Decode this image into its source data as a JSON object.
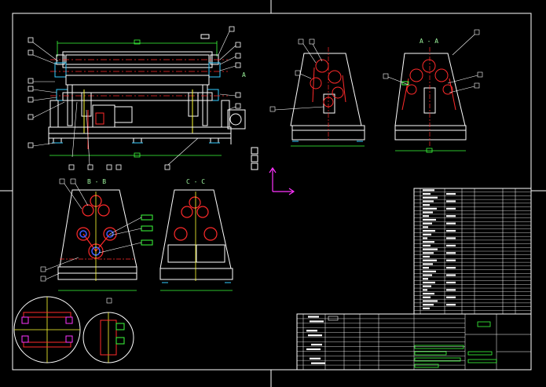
{
  "drawing": {
    "view_aa_label": "A - A",
    "view_bb_label": "B - B",
    "view_cc_label": "C - C",
    "section_mark_a": "A",
    "colors": {
      "background": "#000000",
      "frame": "#ffffff",
      "red_part": "#ff2a2a",
      "green_dim": "#3cff3c",
      "yellow_center": "#ffff33",
      "cyan_detail": "#33ccff",
      "magenta_axis": "#ff33ff",
      "blue_part": "#3a5cff"
    }
  }
}
